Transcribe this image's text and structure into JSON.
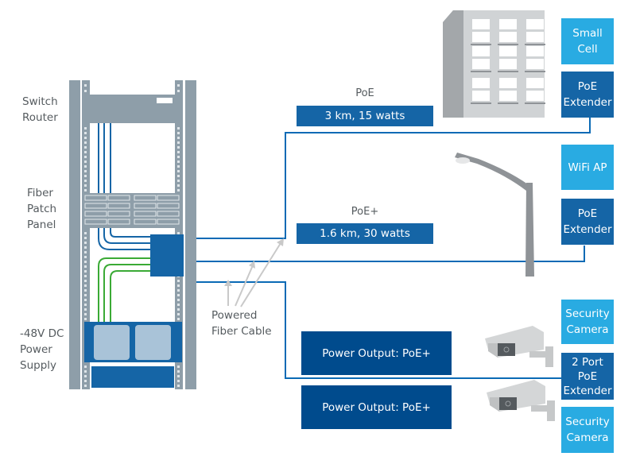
{
  "rack": {
    "labels": {
      "switch_router": [
        "Switch",
        "Router"
      ],
      "fiber_patch_panel": [
        "Fiber",
        "Patch",
        "Panel"
      ],
      "power_supply": [
        "-48V DC",
        "Power",
        "Supply"
      ]
    }
  },
  "cable_label": [
    "Powered",
    "Fiber Cable"
  ],
  "links": [
    {
      "type": "PoE",
      "spec": "3 km, 15 watts"
    },
    {
      "type": "PoE+",
      "spec": "1.6 km, 30 watts"
    }
  ],
  "power_outputs": [
    "Power Output: PoE+",
    "Power Output: PoE+"
  ],
  "devices": {
    "small_cell": [
      "Small",
      "Cell"
    ],
    "poe_extender_1": [
      "PoE",
      "Extender"
    ],
    "wifi_ap": [
      "WiFi AP"
    ],
    "poe_extender_2": [
      "PoE",
      "Extender"
    ],
    "security_camera_1": [
      "Security",
      "Camera"
    ],
    "two_port_extender": [
      "2 Port",
      "PoE",
      "Extender"
    ],
    "security_camera_2": [
      "Security",
      "Camera"
    ]
  },
  "colors": {
    "rack_gray": "#8e9ea9",
    "fiber_blue": "#1565a6",
    "copper_green": "#3aaa35",
    "light_blue": "#29abe2",
    "dark_blue": "#004b8d",
    "cable_line": "#0a6ab5"
  }
}
